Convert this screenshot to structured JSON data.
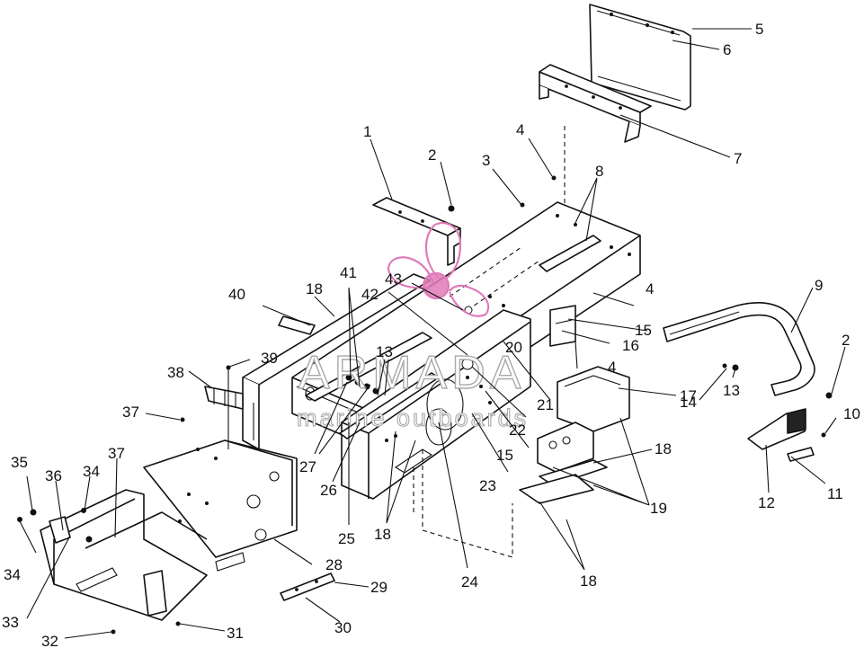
{
  "watermark": {
    "brand": "ARMADA",
    "tagline": "marine outboards",
    "logo_color": "#e07ab8",
    "outline_color": "#a9a9a9"
  },
  "callouts": [
    {
      "id": "c1",
      "text": "1"
    },
    {
      "id": "c2a",
      "text": "2"
    },
    {
      "id": "c2b",
      "text": "2"
    },
    {
      "id": "c3",
      "text": "3"
    },
    {
      "id": "c4a",
      "text": "4"
    },
    {
      "id": "c4b",
      "text": "4"
    },
    {
      "id": "c4c",
      "text": "4"
    },
    {
      "id": "c5",
      "text": "5"
    },
    {
      "id": "c6",
      "text": "6"
    },
    {
      "id": "c7",
      "text": "7"
    },
    {
      "id": "c8",
      "text": "8"
    },
    {
      "id": "c9",
      "text": "9"
    },
    {
      "id": "c10",
      "text": "10"
    },
    {
      "id": "c11",
      "text": "11"
    },
    {
      "id": "c12",
      "text": "12"
    },
    {
      "id": "c13a",
      "text": "13"
    },
    {
      "id": "c13b",
      "text": "13"
    },
    {
      "id": "c14",
      "text": "14"
    },
    {
      "id": "c15a",
      "text": "15"
    },
    {
      "id": "c15b",
      "text": "15"
    },
    {
      "id": "c16",
      "text": "16"
    },
    {
      "id": "c17",
      "text": "17"
    },
    {
      "id": "c18a",
      "text": "18"
    },
    {
      "id": "c18b",
      "text": "18"
    },
    {
      "id": "c18c",
      "text": "18"
    },
    {
      "id": "c18d",
      "text": "18"
    },
    {
      "id": "c19",
      "text": "19"
    },
    {
      "id": "c20",
      "text": "20"
    },
    {
      "id": "c21",
      "text": "21"
    },
    {
      "id": "c22",
      "text": "22"
    },
    {
      "id": "c23",
      "text": "23"
    },
    {
      "id": "c24",
      "text": "24"
    },
    {
      "id": "c25",
      "text": "25"
    },
    {
      "id": "c26",
      "text": "26"
    },
    {
      "id": "c27",
      "text": "27"
    },
    {
      "id": "c28",
      "text": "28"
    },
    {
      "id": "c29",
      "text": "29"
    },
    {
      "id": "c30",
      "text": "30"
    },
    {
      "id": "c31",
      "text": "31"
    },
    {
      "id": "c32",
      "text": "32"
    },
    {
      "id": "c33",
      "text": "33"
    },
    {
      "id": "c34a",
      "text": "34"
    },
    {
      "id": "c34b",
      "text": "34"
    },
    {
      "id": "c35",
      "text": "35"
    },
    {
      "id": "c36",
      "text": "36"
    },
    {
      "id": "c37a",
      "text": "37"
    },
    {
      "id": "c37b",
      "text": "37"
    },
    {
      "id": "c38",
      "text": "38"
    },
    {
      "id": "c39",
      "text": "39"
    },
    {
      "id": "c40",
      "text": "40"
    },
    {
      "id": "c41",
      "text": "41"
    },
    {
      "id": "c42",
      "text": "42"
    },
    {
      "id": "c43",
      "text": "43"
    }
  ]
}
